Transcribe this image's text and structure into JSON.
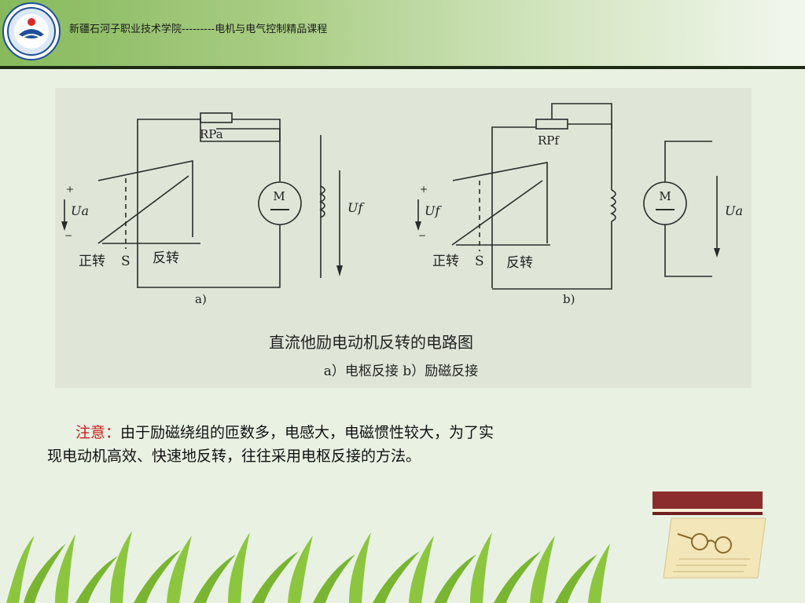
{
  "header": {
    "title": "新疆石河子职业技术学院---------电机与电气控制精品课程"
  },
  "figure": {
    "caption_title": "直流他励电动机反转的电路图",
    "caption_sub": "a）电枢反接    b）励磁反接",
    "a": {
      "label": "a)",
      "rheostat": "RPa",
      "supply": "Ua",
      "field_voltage": "Uf",
      "forward": "正转",
      "switch": "S",
      "reverse": "反转",
      "motor": "M"
    },
    "b": {
      "label": "b)",
      "rheostat": "RPf",
      "supply": "Uf",
      "armature_voltage": "Ua",
      "forward": "正转",
      "switch": "S",
      "reverse": "反转",
      "motor": "M"
    },
    "plus": "+",
    "minus": "−"
  },
  "note": {
    "label": "注意：",
    "line1": "由于励磁绕组的匝数多，电感大，电磁惯性较大，为了实",
    "line2": "现电动机高效、快速地反转，往往采用电枢反接的方法。"
  },
  "colors": {
    "note_label": "#d11a1a",
    "header_left": "#86b95c",
    "header_right": "#f2f7ee"
  }
}
